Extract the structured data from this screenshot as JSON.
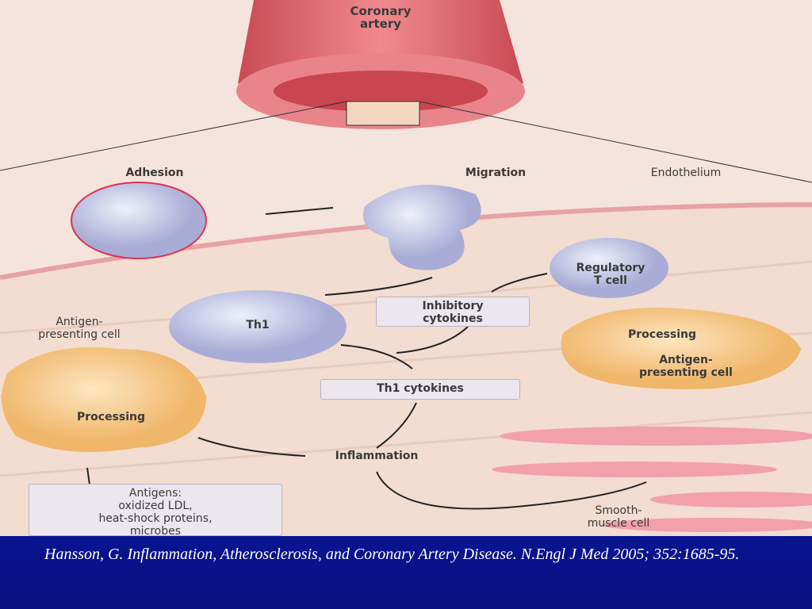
{
  "diagram": {
    "labels": {
      "coronary_artery": "Coronary\nartery",
      "adhesion": "Adhesion",
      "migration": "Migration",
      "endothelium": "Endothelium",
      "regulatory_t_cell": "Regulatory\nT cell",
      "inhibitory_cytokines": "Inhibitory\ncytokines",
      "th1": "Th1",
      "antigen_presenting_cell_left": "Antigen-\npresenting cell",
      "processing_left": "Processing",
      "processing_right": "Processing",
      "antigen_presenting_cell_right": "Antigen-\npresenting cell",
      "th1_cytokines": "Th1 cytokines",
      "inflammation": "Inflammation",
      "antigens": "Antigens:\noxidized LDL,\nheat-shock proteins,\nmicrobes",
      "smooth_muscle_cell": "Smooth-\nmuscle cell"
    },
    "colors": {
      "background": "#f5e4dc",
      "artery": "#d9616a",
      "cell": "#c9cbe8",
      "apc": "#f5c98a",
      "footer": "#0a1490"
    }
  },
  "footer": {
    "citation": "Hansson, G. Inflammation, Atherosclerosis, and Coronary Artery  Disease. N.Engl J Med 2005; 352:1685-95."
  }
}
